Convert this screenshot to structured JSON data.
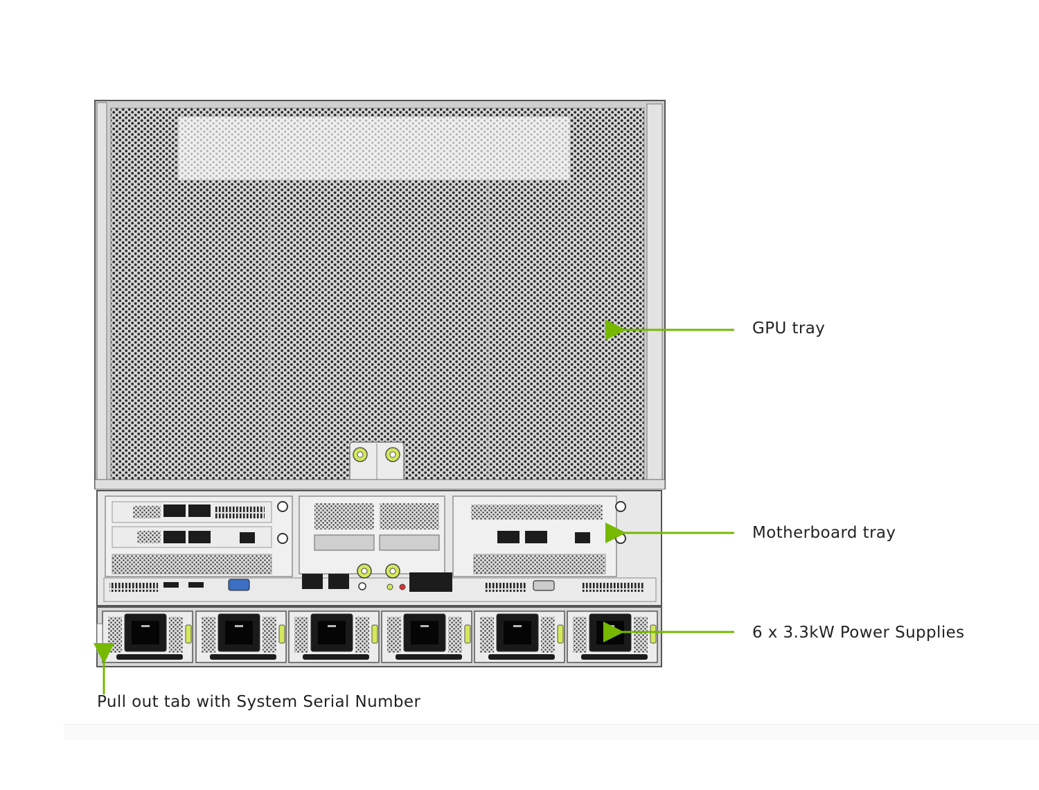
{
  "diagram": {
    "subject": "server-rear-view",
    "accent_color": "#76b900",
    "led_color": "#d4e85a",
    "chassis_color": "#d9d9d9",
    "mesh_color": "#2a2a2a",
    "power_supply_count": 6
  },
  "callouts": {
    "gpu_tray": "GPU tray",
    "motherboard_tray": "Motherboard tray",
    "power_supplies": "6 x 3.3kW Power Supplies",
    "pull_tab": "Pull out tab with System Serial Number"
  }
}
